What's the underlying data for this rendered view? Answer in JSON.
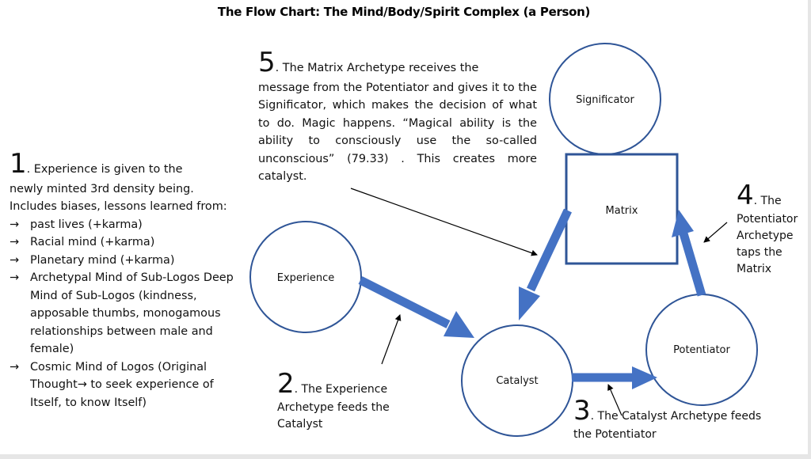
{
  "title": "The Flow Chart: The Mind/Body/Spirit Complex (a Person)",
  "colors": {
    "node_stroke": "#2f5597",
    "arrow_fill": "#4472c4",
    "pointer": "#000000",
    "background": "#ffffff",
    "frame": "#e6e6e6"
  },
  "nodes": {
    "significator": "Significator",
    "matrix": "Matrix",
    "experience": "Experience",
    "catalyst": "Catalyst",
    "potentiator": "Potentiator"
  },
  "notes": {
    "step1": {
      "number": "1",
      "lead": ". Experience is given to the",
      "body": "newly minted 3rd density being. Includes biases, lessons learned from:",
      "items": [
        {
          "arrow": "→",
          "text": "past lives (+karma)"
        },
        {
          "arrow": "→",
          "text": "Racial mind (+karma)"
        },
        {
          "arrow": "→",
          "text": "Planetary mind (+karma)"
        },
        {
          "arrow": "→",
          "text": "Archetypal Mind of Sub-Logos Deep Mind of Sub-Logos (kindness, apposable thumbs, monogamous relationships between male and female)"
        },
        {
          "arrow": "→",
          "text": "Cosmic Mind of Logos (Original Thought→ to seek experience of Itself, to know Itself)"
        }
      ]
    },
    "step2": {
      "number": "2",
      "lead": ". The Experience",
      "body": "Archetype feeds the Catalyst"
    },
    "step3": {
      "number": "3",
      "lead": ". The Catalyst Archetype feeds",
      "body": "the Potentiator"
    },
    "step4": {
      "number": "4",
      "lead": ". The",
      "body": "Potentiator Archetype taps the Matrix"
    },
    "step5": {
      "number": "5",
      "lead": ". The Matrix Archetype receives the",
      "body": "message from the Potentiator and gives it to the Significator, which makes the decision of what to do. Magic happens. “Magical ability is the ability to consciously use the so-called unconscious” (79.33) . This creates more catalyst."
    }
  }
}
